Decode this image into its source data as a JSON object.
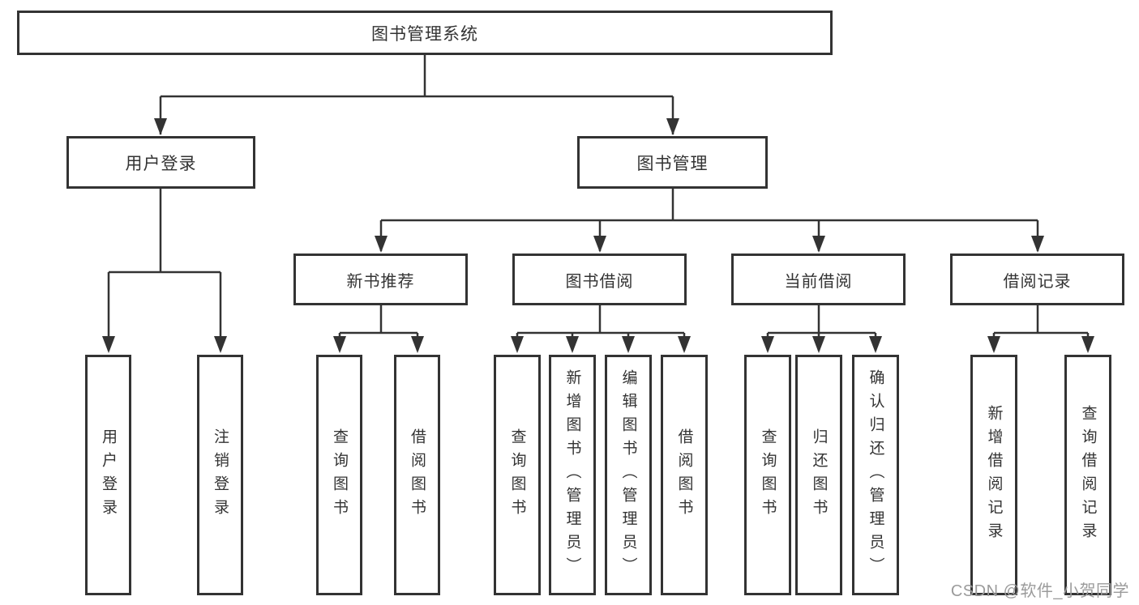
{
  "theme": {
    "background": "#ffffff",
    "line_color": "#333333",
    "text_color": "#333333",
    "watermark_color": "#9b9b9b"
  },
  "diagram": {
    "type": "hierarchy-flowchart",
    "root": {
      "label": "图书管理系统"
    },
    "level2": [
      {
        "label": "用户登录",
        "parent": "图书管理系统"
      },
      {
        "label": "图书管理",
        "parent": "图书管理系统"
      }
    ],
    "level3": [
      {
        "label": "新书推荐",
        "parent": "图书管理"
      },
      {
        "label": "图书借阅",
        "parent": "图书管理"
      },
      {
        "label": "当前借阅",
        "parent": "图书管理"
      },
      {
        "label": "借阅记录",
        "parent": "图书管理"
      }
    ],
    "leaves": [
      {
        "label": "用户登录",
        "parent": "用户登录"
      },
      {
        "label": "注销登录",
        "parent": "用户登录"
      },
      {
        "label": "查询图书",
        "parent": "新书推荐"
      },
      {
        "label": "借阅图书",
        "parent": "新书推荐"
      },
      {
        "label": "查询图书",
        "parent": "图书借阅"
      },
      {
        "label": "新增图书（管理员）",
        "parent": "图书借阅"
      },
      {
        "label": "编辑图书（管理员）",
        "parent": "图书借阅"
      },
      {
        "label": "借阅图书",
        "parent": "图书借阅"
      },
      {
        "label": "查询图书",
        "parent": "当前借阅"
      },
      {
        "label": "归还图书",
        "parent": "当前借阅"
      },
      {
        "label": "确认归还（管理员）",
        "parent": "当前借阅"
      },
      {
        "label": "新增借阅记录",
        "parent": "借阅记录"
      },
      {
        "label": "查询借阅记录",
        "parent": "借阅记录"
      }
    ],
    "watermark": "CSDN @软件_小贺同学"
  }
}
